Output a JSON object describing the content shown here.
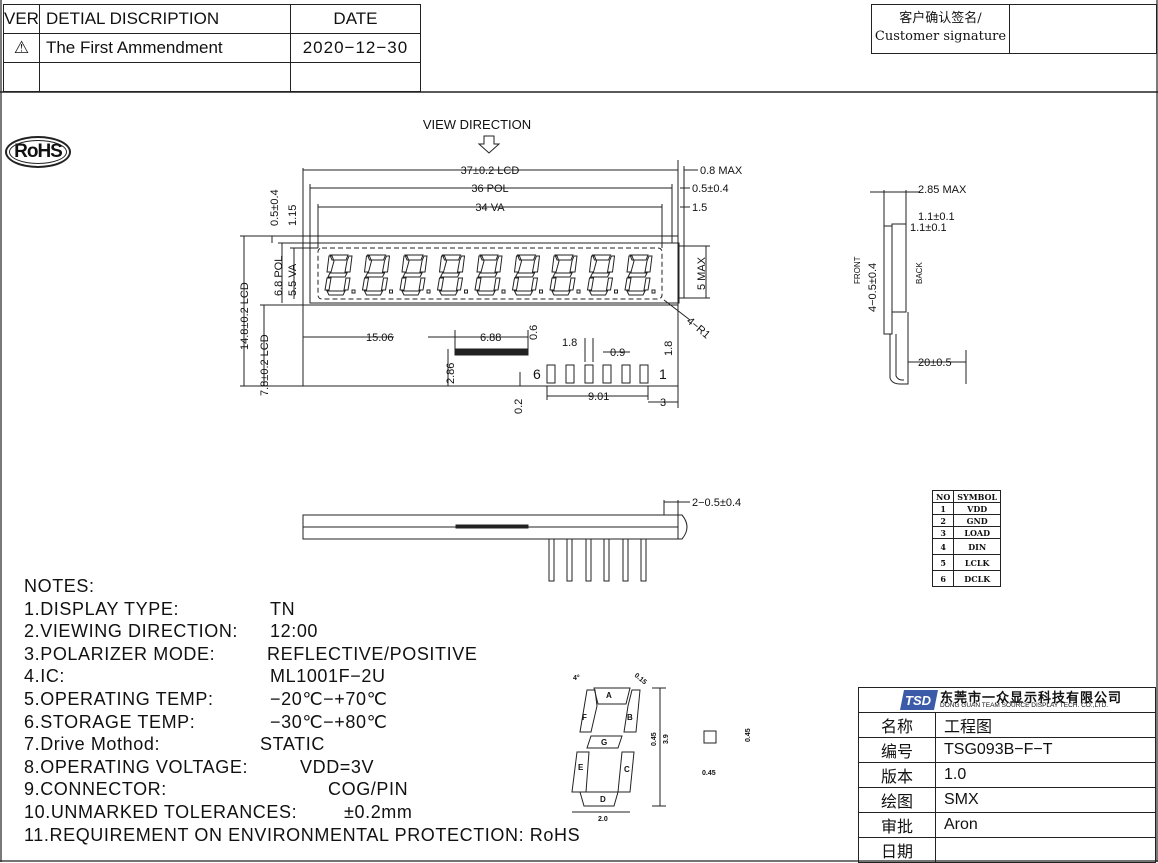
{
  "revision_table": {
    "headers": [
      "VER",
      "DETIAL DISCRIPTION",
      "DATE"
    ],
    "rows": [
      {
        "ver": "⚠",
        "description": "The First Ammendment",
        "date": "2020−12−30"
      }
    ]
  },
  "customer_signature": {
    "line1": "客户确认签名/",
    "line2": "Customer signature"
  },
  "rohs_mark": "RoHS",
  "view_direction": "VIEW DIRECTION",
  "dimensions": {
    "lcd_width": "37±0.2 LCD",
    "pol_width": "36 POL",
    "va_width": "34 VA",
    "max_08": "0.8 MAX",
    "pol_offset": "0.5±0.4",
    "va_offset": "1.5",
    "left_05": "0.5±0.4",
    "left_115": "1.15",
    "pol_height": "6.8 POL",
    "va_height": "5.5 VA",
    "lcd_height": "14.8±0.2 LCD",
    "lcd_lower": "7.8±0.2 LCD",
    "max_5": "5 MAX",
    "radius": "4−R1",
    "d1506": "15.06",
    "d688": "6.88",
    "d06": "0.6",
    "d286": "2.86",
    "d02": "0.2",
    "d18a": "1.8",
    "d09": "0.9",
    "d18b": "1.8",
    "d901": "9.01",
    "d3": "3",
    "pin_first": "6",
    "pin_last": "1",
    "side_285": "2.85  MAX",
    "side_11a": "1.1±0.1",
    "side_11b": "1.1±0.1",
    "side_front": "FRONT",
    "side_back": "BACK",
    "side_thick": "4−0.5±0.4",
    "side_20": "20±0.5",
    "bottom_2": "2−0.5±0.4"
  },
  "segment_detail": {
    "labels": [
      "A",
      "B",
      "C",
      "D",
      "E",
      "F",
      "G"
    ],
    "d_width": "2.0",
    "d_height": "3.9",
    "d_slant": "4°",
    "d_seg": "0.15",
    "d_mid": "0.45",
    "dp_w": "0.45",
    "dp_h": "0.45"
  },
  "notes": {
    "title": "NOTES:",
    "items": [
      {
        "label": "1.DISPLAY TYPE:",
        "value": "TN"
      },
      {
        "label": "2.VIEWING DIRECTION:",
        "value": "12:00"
      },
      {
        "label": "3.POLARIZER MODE:",
        "value": "REFLECTIVE/POSITIVE"
      },
      {
        "label": "4.IC:",
        "value": "ML1001F−2U"
      },
      {
        "label": "5.OPERATING TEMP:",
        "value": "−20℃−+70℃"
      },
      {
        "label": "6.STORAGE TEMP:",
        "value": "−30℃−+80℃"
      },
      {
        "label": "7.Drive Mothod:",
        "value": "STATIC"
      },
      {
        "label": "8.OPERATING VOLTAGE:",
        "value": "VDD=3V"
      },
      {
        "label": "9.CONNECTOR:",
        "value": "COG/PIN"
      },
      {
        "label": "10.UNMARKED TOLERANCES:",
        "value": "±0.2mm"
      },
      {
        "label": "11.REQUIREMENT ON ENVIRONMENTAL PROTECTION: RoHS",
        "value": ""
      }
    ]
  },
  "pin_table": {
    "headers": [
      "NO",
      "SYMBOL"
    ],
    "rows": [
      [
        "1",
        "VDD"
      ],
      [
        "2",
        "GND"
      ],
      [
        "3",
        "LOAD"
      ],
      [
        "4",
        "DIN"
      ],
      [
        "5",
        "LCLK"
      ],
      [
        "6",
        "DCLK"
      ]
    ]
  },
  "title_block": {
    "logo": "TSD",
    "company_cn": "东莞市一众显示科技有限公司",
    "company_en": "DONG GUAN TEAM SOURCE DISPLAY TECH. CO.,LTD.",
    "rows": [
      {
        "label": "名称",
        "value": "工程图"
      },
      {
        "label": "编号",
        "value": "TSG093B−F−T"
      },
      {
        "label": "版本",
        "value": "1.0"
      },
      {
        "label": "绘图",
        "value": "SMX"
      },
      {
        "label": "审批",
        "value": "Aron"
      },
      {
        "label": "日期",
        "value": ""
      }
    ]
  }
}
